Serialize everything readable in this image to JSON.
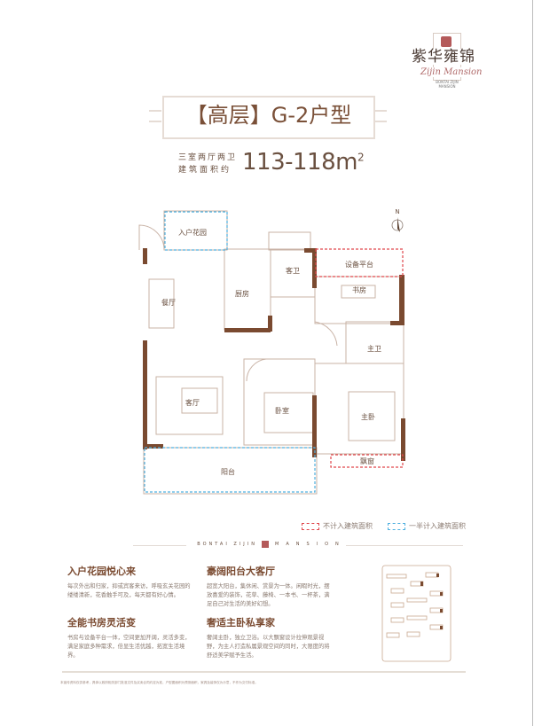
{
  "brand": {
    "name_cn": "紫华雍锦",
    "name_en": "Zijin Mansion",
    "small_text": "BONTAI ZIJIN MANSION"
  },
  "header": {
    "title": "【高层】G-2户型",
    "layout": "三室两厅两卫",
    "area_label": "建筑面积约",
    "area_value": "113-118m",
    "area_unit_sup": "2"
  },
  "plan": {
    "compass": "N",
    "rooms": {
      "garden": "入户花园",
      "kitchen": "厨房",
      "guest_bath": "客卫",
      "equipment": "设备平台",
      "study": "书房",
      "dining": "餐厅",
      "master_bath": "主卫",
      "living": "客厅",
      "bedroom": "卧室",
      "master_bed": "主卧",
      "bay_window": "飘窗",
      "balcony": "阳台"
    }
  },
  "legend": [
    {
      "label": "不计入建筑面积",
      "color": "#e0474c"
    },
    {
      "label": "一半计入建筑面积",
      "color": "#4fb0e0"
    }
  ],
  "divider": {
    "left": "BONTAI ZIJIN",
    "right": "MANSION"
  },
  "features": [
    {
      "title": "入户花园悦心来",
      "text": "每次外出和归家，抑或宾客来访，呼吸玄关花园的缕缕清新，花香触手可及，每天都有好心情。"
    },
    {
      "title": "豪阔阳台大客厅",
      "text": "超宽大阳台，集休闲、赏景为一体。闲暇时光，摆放喜爱的装饰，花草、藤椅、一本书、一杯茶，满足自己对生活的美好幻想。"
    },
    {
      "title": "全能书房灵活变",
      "text": "书房与设备平台一体，空间更加开阔，灵活多变，满足家庭多种需求，倍显生活优越，拓宽生活境界。"
    },
    {
      "title": "奢适主卧私享家",
      "text": "奢阔主卧，独立卫浴。以大飘窗设计拉伸观景视野，为主人打造私属景观空间的同时，大限度的将舒适美学赋予生活。"
    }
  ],
  "disclaimer": "本宣传资料仅供参考，具体以政府相关部门批准文件及买卖合同约定为准，户型图面积为预测面积，家具及装饰仅为示意，不作为交付标准。",
  "colors": {
    "wall": "#7a4a30",
    "line": "#c9b3a6",
    "accent": "#7a5038",
    "seal": "#b45a5a"
  }
}
